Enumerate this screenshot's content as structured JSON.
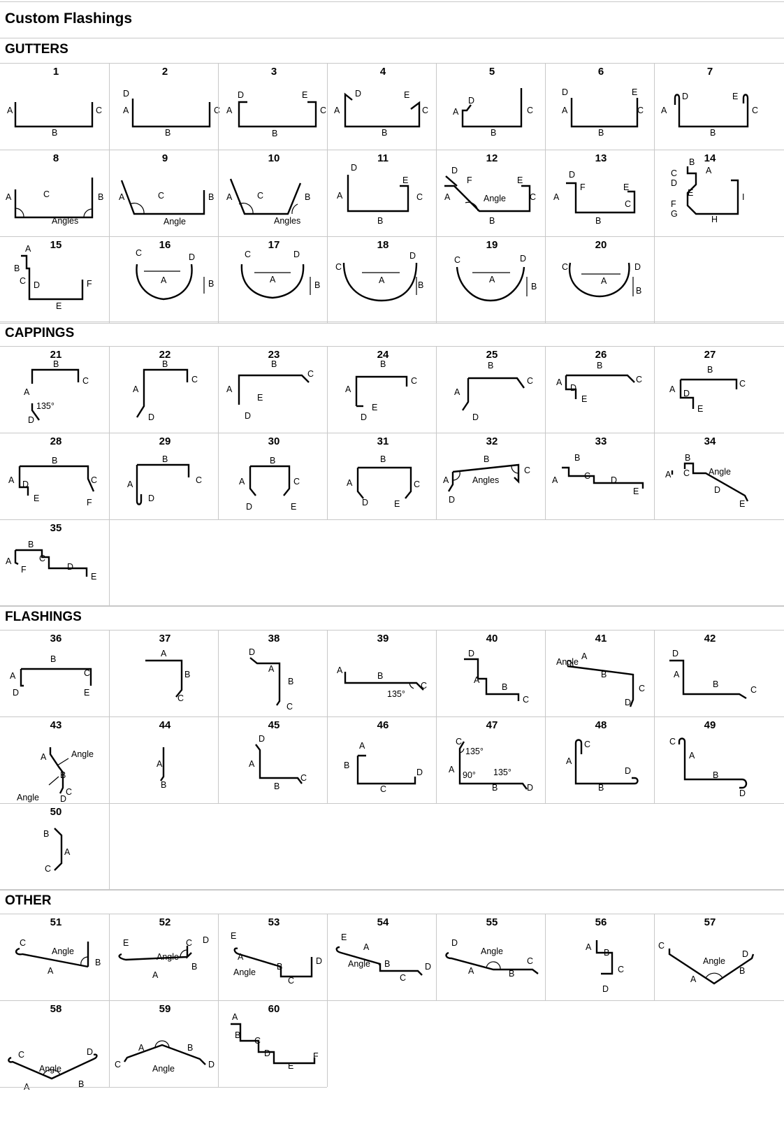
{
  "title": "Custom Flashings",
  "sections": [
    {
      "name": "GUTTERS"
    },
    {
      "name": "CAPPINGS"
    },
    {
      "name": "FLASHINGS"
    },
    {
      "name": "OTHER"
    }
  ],
  "profiles": [
    {
      "number": "1",
      "labels": [
        "A",
        "B",
        "C"
      ]
    },
    {
      "number": "2",
      "labels": [
        "D",
        "A",
        "B",
        "C"
      ]
    },
    {
      "number": "3",
      "labels": [
        "D",
        "A",
        "B",
        "E",
        "C"
      ]
    },
    {
      "number": "4",
      "labels": [
        "D",
        "A",
        "B",
        "E",
        "C"
      ]
    },
    {
      "number": "5",
      "labels": [
        "D",
        "A",
        "B",
        "C"
      ]
    },
    {
      "number": "6",
      "labels": [
        "D",
        "A",
        "B",
        "E",
        "C"
      ]
    },
    {
      "number": "7",
      "labels": [
        "D",
        "A",
        "B",
        "E",
        "C"
      ]
    },
    {
      "number": "8",
      "labels": [
        "A",
        "Angles",
        "B",
        "C"
      ]
    },
    {
      "number": "9",
      "labels": [
        "A",
        "Angle",
        "B",
        "C"
      ]
    },
    {
      "number": "10",
      "labels": [
        "A",
        "Angles",
        "B",
        "C"
      ]
    },
    {
      "number": "11",
      "labels": [
        "D",
        "A",
        "B",
        "E",
        "C"
      ]
    },
    {
      "number": "12",
      "labels": [
        "D",
        "F",
        "A",
        "Angle",
        "B",
        "E",
        "C"
      ]
    },
    {
      "number": "13",
      "labels": [
        "D",
        "F",
        "A",
        "B",
        "E",
        "C"
      ]
    },
    {
      "number": "14",
      "labels": [
        "B",
        "A",
        "C",
        "D",
        "E",
        "F",
        "G",
        "H",
        "I"
      ]
    },
    {
      "number": "15",
      "labels": [
        "A",
        "B",
        "C",
        "D",
        "E",
        "F"
      ]
    },
    {
      "number": "16",
      "labels": [
        "C",
        "D",
        "A",
        "B"
      ]
    },
    {
      "number": "17",
      "labels": [
        "C",
        "D",
        "A",
        "B"
      ]
    },
    {
      "number": "18",
      "labels": [
        "C",
        "D",
        "A",
        "B"
      ]
    },
    {
      "number": "19",
      "labels": [
        "C",
        "D",
        "A",
        "B"
      ]
    },
    {
      "number": "20",
      "labels": [
        "C",
        "D",
        "A",
        "B"
      ]
    },
    {
      "number": "21",
      "labels": [
        "B",
        "A",
        "C",
        "135°",
        "D"
      ]
    },
    {
      "number": "22",
      "labels": [
        "B",
        "A",
        "C",
        "D"
      ]
    },
    {
      "number": "23",
      "labels": [
        "B",
        "A",
        "C",
        "E",
        "D"
      ]
    },
    {
      "number": "24",
      "labels": [
        "B",
        "A",
        "C",
        "E",
        "D"
      ]
    },
    {
      "number": "25",
      "labels": [
        "B",
        "A",
        "C",
        "D"
      ]
    },
    {
      "number": "26",
      "labels": [
        "B",
        "A",
        "D",
        "E",
        "C"
      ]
    },
    {
      "number": "27",
      "labels": [
        "B",
        "A",
        "D",
        "E",
        "C"
      ]
    },
    {
      "number": "28",
      "labels": [
        "B",
        "A",
        "D",
        "E",
        "C",
        "F"
      ]
    },
    {
      "number": "29",
      "labels": [
        "B",
        "A",
        "D",
        "C"
      ]
    },
    {
      "number": "30",
      "labels": [
        "B",
        "A",
        "D",
        "C",
        "E"
      ]
    },
    {
      "number": "31",
      "labels": [
        "B",
        "A",
        "D",
        "C",
        "E"
      ]
    },
    {
      "number": "32",
      "labels": [
        "B",
        "A",
        "Angles",
        "D",
        "C"
      ]
    },
    {
      "number": "33",
      "labels": [
        "B",
        "A",
        "C",
        "D",
        "E"
      ]
    },
    {
      "number": "34",
      "labels": [
        "B",
        "A",
        "C",
        "Angle",
        "D",
        "E"
      ]
    },
    {
      "number": "35",
      "labels": [
        "B",
        "A",
        "F",
        "C",
        "D",
        "E"
      ]
    },
    {
      "number": "36",
      "labels": [
        "B",
        "A",
        "D",
        "C",
        "E"
      ]
    },
    {
      "number": "37",
      "labels": [
        "A",
        "B",
        "C"
      ]
    },
    {
      "number": "38",
      "labels": [
        "D",
        "A",
        "B",
        "C"
      ]
    },
    {
      "number": "39",
      "labels": [
        "A",
        "B",
        "135°",
        "C"
      ]
    },
    {
      "number": "40",
      "labels": [
        "D",
        "A",
        "B",
        "C"
      ]
    },
    {
      "number": "41",
      "labels": [
        "A",
        "Angle",
        "B",
        "C",
        "D"
      ]
    },
    {
      "number": "42",
      "labels": [
        "D",
        "A",
        "B",
        "C"
      ]
    },
    {
      "number": "43",
      "labels": [
        "A",
        "Angle",
        "B",
        "Angle",
        "C",
        "D"
      ]
    },
    {
      "number": "44",
      "labels": [
        "A",
        "B"
      ]
    },
    {
      "number": "45",
      "labels": [
        "D",
        "A",
        "B",
        "C"
      ]
    },
    {
      "number": "46",
      "labels": [
        "A",
        "B",
        "C",
        "D"
      ]
    },
    {
      "number": "47",
      "labels": [
        "C",
        "135°",
        "A",
        "90°",
        "135°",
        "B",
        "D"
      ]
    },
    {
      "number": "48",
      "labels": [
        "C",
        "A",
        "B",
        "D"
      ]
    },
    {
      "number": "49",
      "labels": [
        "C",
        "A",
        "B",
        "D"
      ]
    },
    {
      "number": "50",
      "labels": [
        "B",
        "A",
        "C"
      ]
    },
    {
      "number": "51",
      "labels": [
        "C",
        "Angle",
        "A",
        "B"
      ]
    },
    {
      "number": "52",
      "labels": [
        "E",
        "Angle",
        "C",
        "D",
        "A",
        "B"
      ]
    },
    {
      "number": "53",
      "labels": [
        "E",
        "A",
        "Angle",
        "B",
        "C",
        "D"
      ]
    },
    {
      "number": "54",
      "labels": [
        "E",
        "A",
        "Angle",
        "B",
        "C",
        "D"
      ]
    },
    {
      "number": "55",
      "labels": [
        "D",
        "Angle",
        "A",
        "B",
        "C"
      ]
    },
    {
      "number": "56",
      "labels": [
        "A",
        "B",
        "C",
        "D"
      ]
    },
    {
      "number": "57",
      "labels": [
        "C",
        "Angle",
        "A",
        "B",
        "D"
      ]
    },
    {
      "number": "58",
      "labels": [
        "C",
        "Angle",
        "A",
        "B",
        "D"
      ]
    },
    {
      "number": "59",
      "labels": [
        "C",
        "A",
        "Angle",
        "B",
        "D"
      ]
    },
    {
      "number": "60",
      "labels": [
        "A",
        "B",
        "C",
        "D",
        "E",
        "F"
      ]
    }
  ]
}
